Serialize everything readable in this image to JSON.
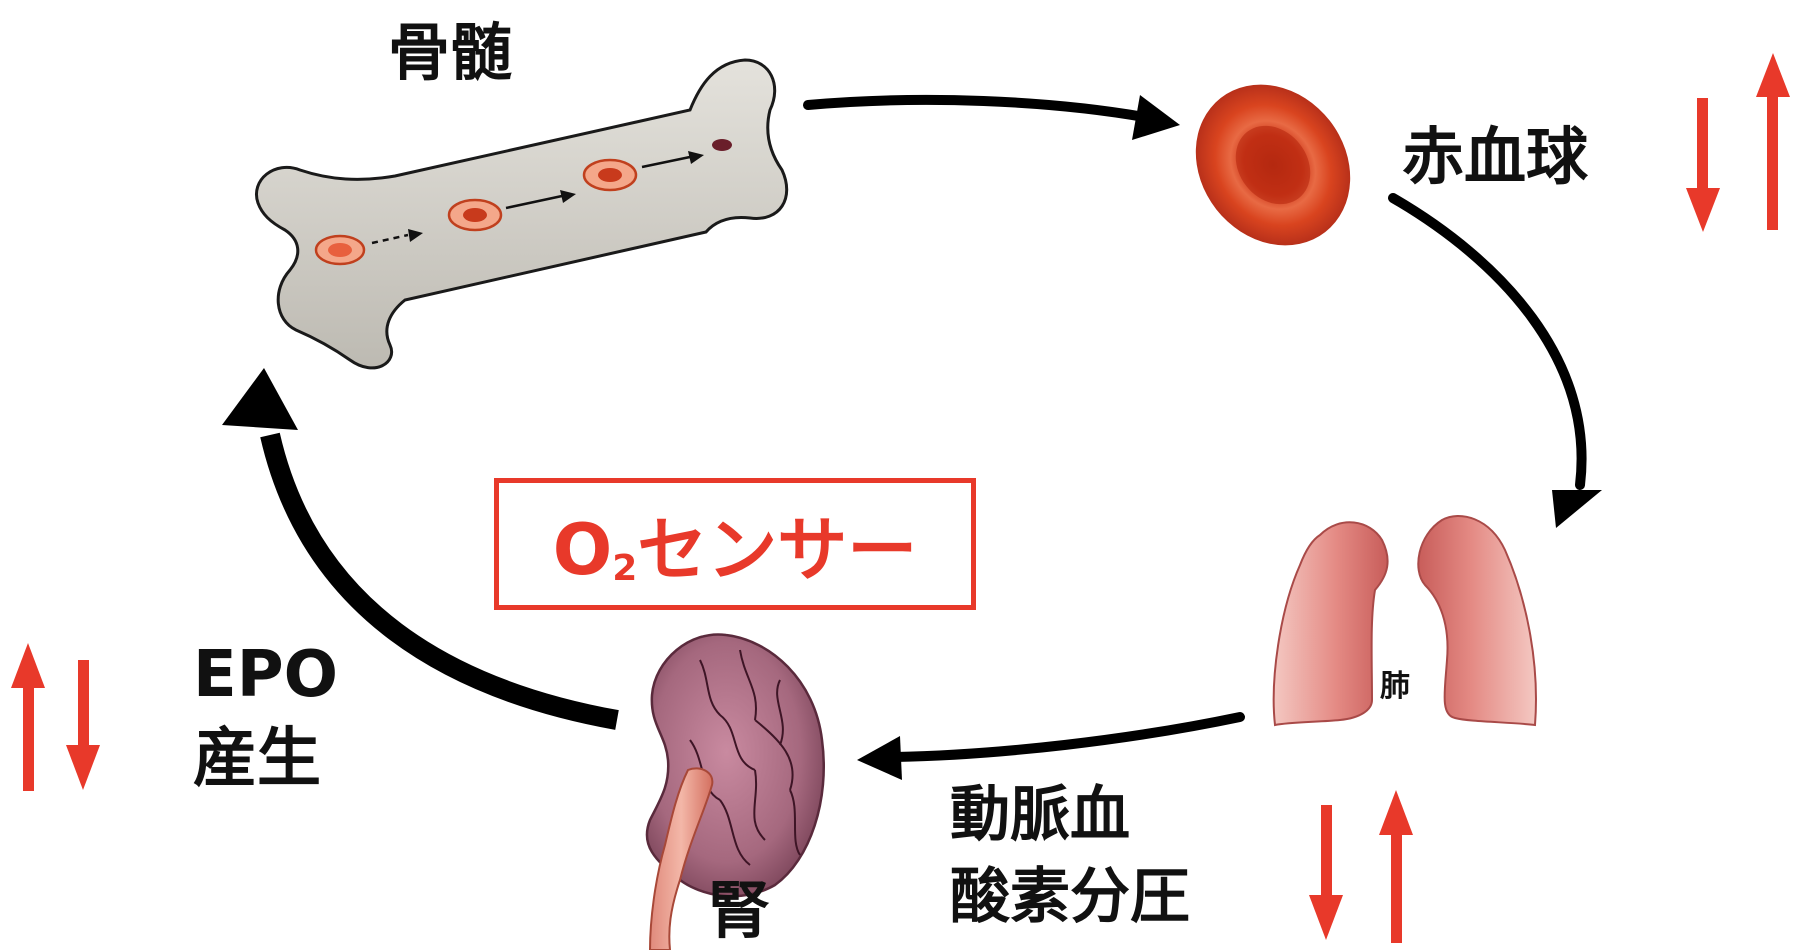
{
  "labels": {
    "bone_marrow": "骨髄",
    "rbc": "赤血球",
    "lung": "肺",
    "kidney": "腎",
    "arterial_pao2": "動脈血\n酸素分圧",
    "epo_production": "EPO\n産生"
  },
  "o2_sensor": {
    "o": "O",
    "subscript": "2",
    "suffix": "センサー"
  },
  "colors": {
    "accent_red": "#e8392a",
    "arrow_black": "#000000",
    "bone": "#cfcdc6",
    "rbc": "#d94a2a",
    "lung": "#e89a94",
    "kidney": "#a0607a"
  }
}
